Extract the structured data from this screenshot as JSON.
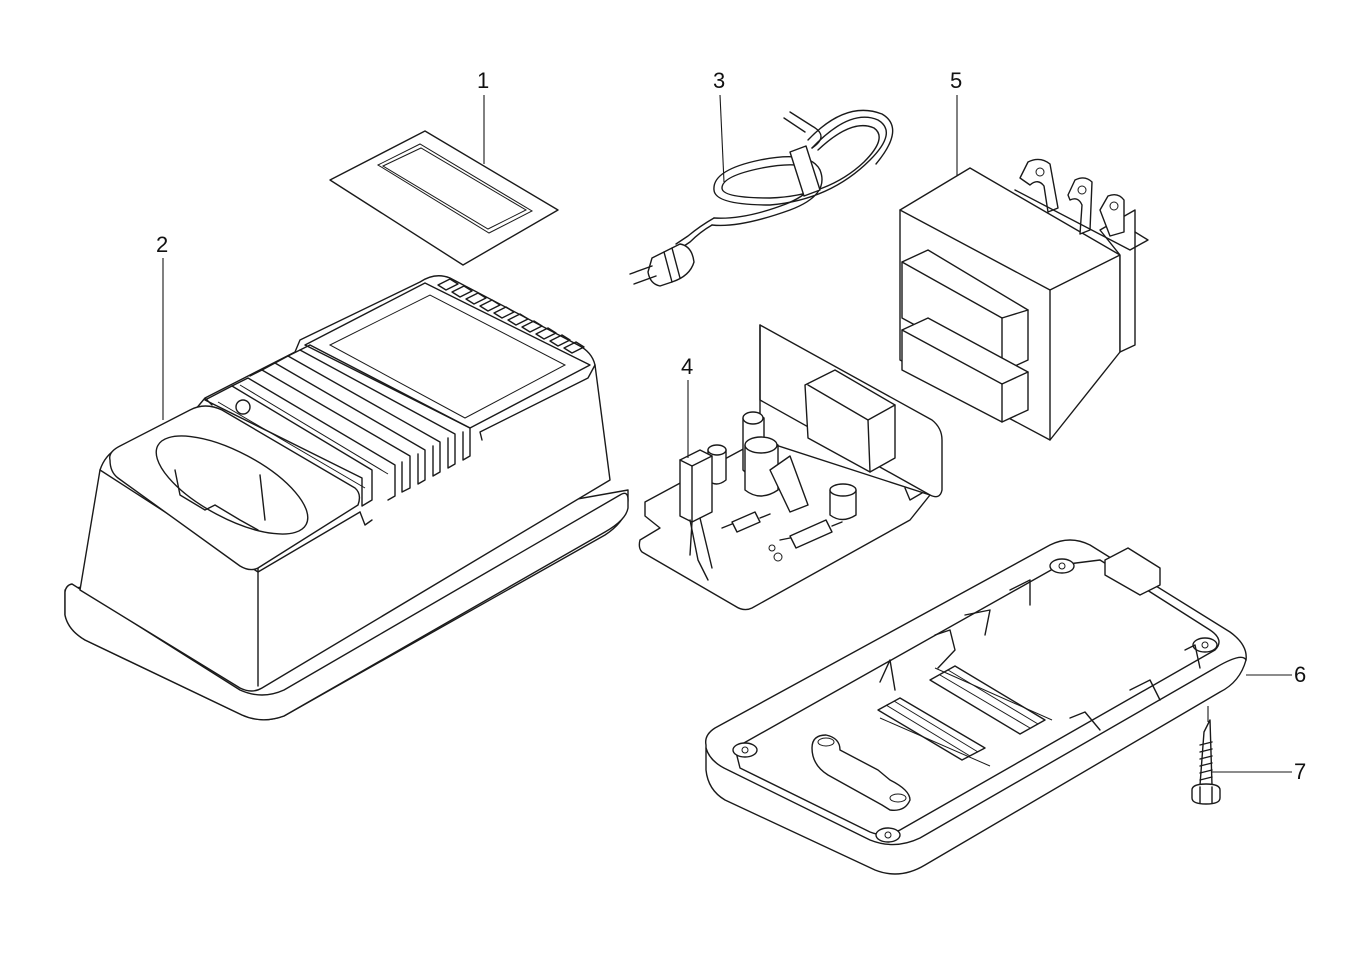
{
  "diagram": {
    "parts": [
      {
        "id": "label-plate",
        "number": "1"
      },
      {
        "id": "charger-housing-top",
        "number": "2"
      },
      {
        "id": "power-cord",
        "number": "3"
      },
      {
        "id": "circuit-board",
        "number": "4"
      },
      {
        "id": "transformer",
        "number": "5"
      },
      {
        "id": "charger-base",
        "number": "6"
      },
      {
        "id": "tapping-screw",
        "number": "7"
      }
    ]
  }
}
